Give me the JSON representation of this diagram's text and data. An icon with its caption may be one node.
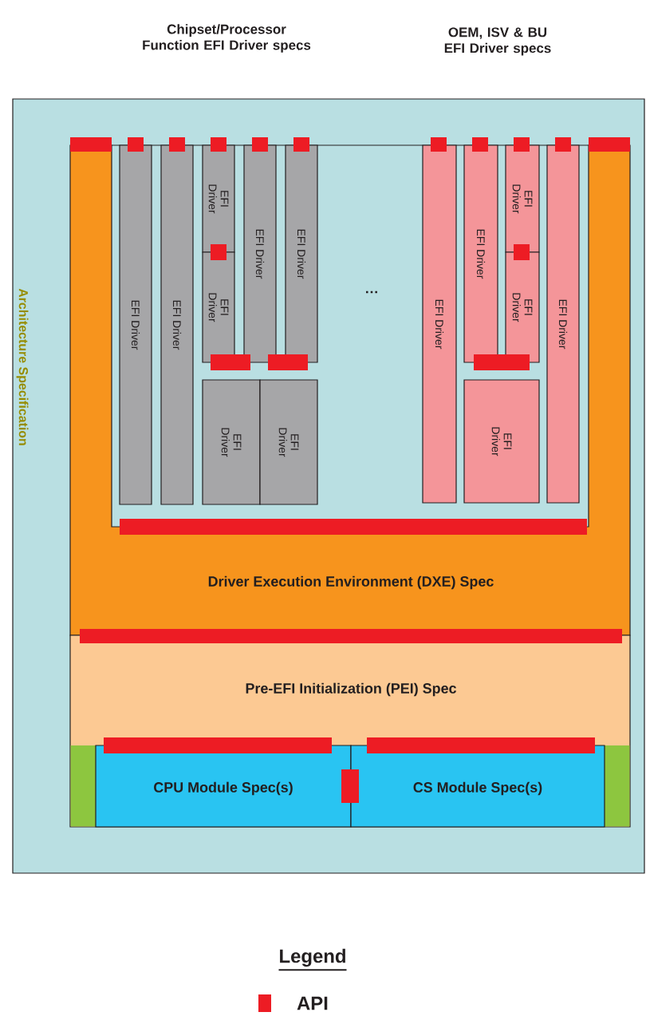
{
  "diagram": {
    "nodes": [
      {
        "text": [
          "Architecture Specification"
        ]
      },
      {
        "text": [
          "EFI Driver"
        ],
        "in": 0
      },
      {
        "text": [
          "EFI Driver"
        ],
        "in": 0
      },
      {
        "text": [
          "EFI Driver"
        ],
        "in": 0
      },
      {
        "text": [
          "EFI Driver"
        ],
        "in": 0
      },
      {
        "text": [
          "EFI Driver"
        ],
        "in": 0
      },
      {
        "text": [
          "EFI Driver"
        ],
        "in": 0
      },
      {
        "text": [
          "EFI Driver"
        ],
        "in": 0
      },
      {
        "text": [
          "EFI Driver"
        ],
        "in": 0
      },
      {
        "text": [
          "EFI Driver"
        ],
        "in": 0
      },
      {
        "text": [
          "EFI Driver"
        ],
        "in": 0
      },
      {
        "text": [
          "EFI Driver"
        ],
        "in": 0
      },
      {
        "text": [
          "EFI Driver"
        ],
        "in": 0
      },
      {
        "text": [
          "EFI Driver"
        ],
        "in": 0
      },
      {
        "text": [
          "EFI Driver"
        ],
        "in": 0
      },
      {
        "text": [
          "Driver Execution Environment (DXE) Spec"
        ],
        "in": 0
      },
      {
        "text": [
          "Pre-EFI Initialization (PEI) Spec"
        ],
        "in": 0
      },
      {
        "text": [
          "CPU Module Spec(s)"
        ],
        "in": 16
      },
      {
        "text": [
          "CS Module Spec(s)"
        ],
        "in": 16
      }
    ],
    "edges": [],
    "labels": [
      "Chipset/Processor Function EFI Driver specs",
      "OEM, ISV & BU EFI Driver specs",
      "…",
      "Legend"
    ],
    "legend": [
      {
        "text": "API",
        "color": "#ed1c24"
      }
    ]
  }
}
